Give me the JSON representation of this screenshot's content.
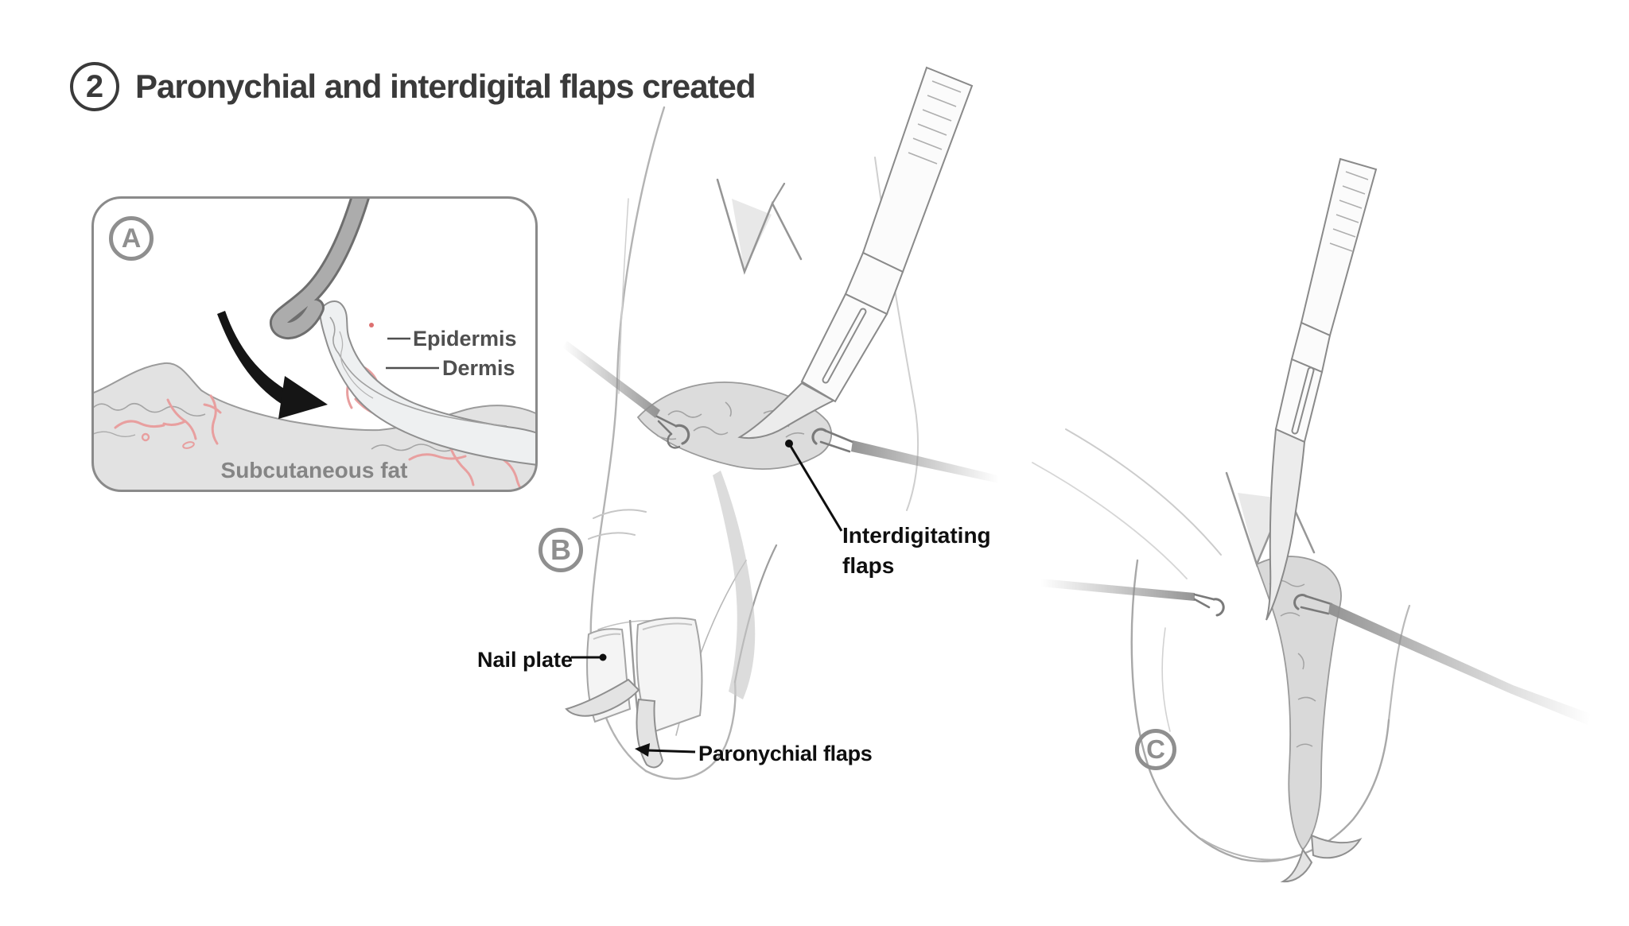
{
  "title": {
    "step_number": "2",
    "text": "Paronychial and interdigital flaps created"
  },
  "panels": {
    "a": {
      "letter": "A",
      "labels": {
        "epidermis": "Epidermis",
        "dermis": "Dermis",
        "subcutaneous_fat": "Subcutaneous fat"
      },
      "graphics": [
        "retractor-hook",
        "everted-skin-flap",
        "subcutaneous-fat-bed",
        "eversion-arrow",
        "blood-vessels"
      ]
    },
    "b": {
      "letter": "B",
      "labels": {
        "interdigitating_flaps": "Interdigitating flaps",
        "nail_plate": "Nail plate",
        "paronychial_flaps": "Paronychial flaps"
      },
      "graphics": [
        "split-fingertip",
        "scalpel",
        "skin-hook-left",
        "skin-hook-right",
        "split-nail-plate"
      ]
    },
    "c": {
      "letter": "C",
      "graphics": [
        "flexed-fingertip",
        "scalpel",
        "skin-hook-left",
        "skin-hook-right",
        "interdigitating-flap-strip"
      ]
    }
  },
  "colors": {
    "title_text": "#3a3a3a",
    "panel_letter_gray": "#8f8f8f",
    "inset_border": "#8a8a8a",
    "anatomy_label": "#4f4f4f",
    "fat_label": "#858585",
    "callout_label": "#0f0f0f",
    "vessel_pink": "#e89f9f",
    "fat_fill": "#e2e2e2",
    "flap_fill": "#eef0f1",
    "hook_gray": "#acacac",
    "sketch_gray": "#b3b3b3",
    "arrow_black": "#151515"
  }
}
